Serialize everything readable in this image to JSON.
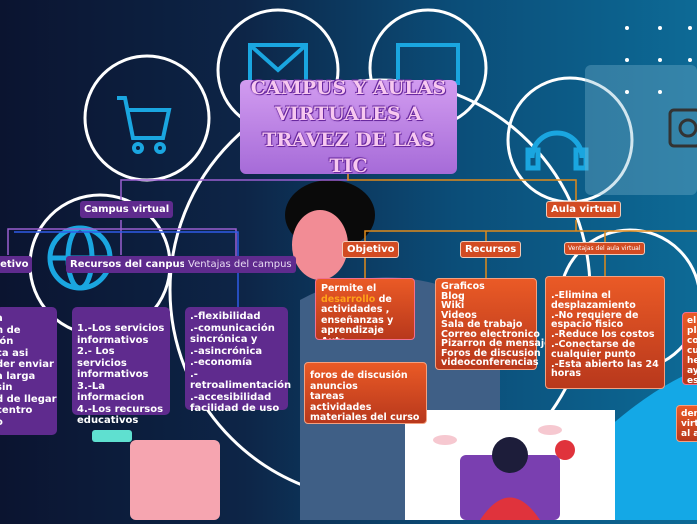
{
  "title": "CAMPUS Y AULAS VIRTUALES A TRAVEZ DE LAS TIC",
  "campus": {
    "label": "Campus virtual",
    "objetivo": {
      "label": "Objetivo",
      "lines": [
        "a",
        "n de",
        "ión",
        "ca asi",
        "der enviar",
        "a larga",
        "sin",
        "d de llegar",
        "centro",
        "o"
      ]
    },
    "recursos": {
      "label": "Recursos del canpus",
      "lines": [
        "1.-Los servicios informativos",
        "2.- Los servicios informativos",
        "3.-La informacion",
        "4.-Los recursos educativos"
      ]
    },
    "ventajas": {
      "label": "Ventajas del campus",
      "lines": [
        ".-flexibilidad",
        ".-comunicación sincrónica y",
        ".-asincrónica",
        ".-economía",
        ".-",
        "retroalimentación",
        ".-accesibilidad",
        "facilidad de uso"
      ]
    }
  },
  "aula": {
    "label": "Aula virtual",
    "objetivo": {
      "label": "Objetivo",
      "text_a": "Permite el",
      "text_hl": "desarrollo",
      "text_b": "de actividades , enseñanzas y aprendizaje Auto aprendizaje",
      "sub_lines": [
        "foros de discusión",
        "anuncios",
        "tareas",
        "actividades",
        "materiales del curso"
      ]
    },
    "recursos": {
      "label": "Recursos",
      "lines": [
        "Graficos",
        "Blog",
        "Wiki",
        "Videos",
        "Sala de trabajo",
        "Correo electronico",
        "Pizarron de mensaje",
        "Foros de discusion",
        "videoconferencias"
      ]
    },
    "ventajas": {
      "label": "Ventajas del aula virtual",
      "lines": [
        ".-Elimina el desplazamiento",
        ".-No requiere de espacio fisico",
        ".-Reduce los costos",
        ".-Conectarse de cualquier punto",
        ".-Esta abierto las 24 horas"
      ]
    },
    "right_box_1": [
      "el",
      "pla",
      "co",
      "cu",
      "he",
      "ay",
      "es"
    ],
    "right_box_2": [
      "dem",
      "virt",
      "al a"
    ]
  },
  "colors": {
    "purple": "#5f2b8e",
    "orange": "#d24b22",
    "title": "#b87ae0"
  },
  "icons": [
    "envelope-icon",
    "monitor-icon",
    "shopping-cart-icon",
    "globe-icon",
    "headset-icon",
    "camera-icon"
  ]
}
